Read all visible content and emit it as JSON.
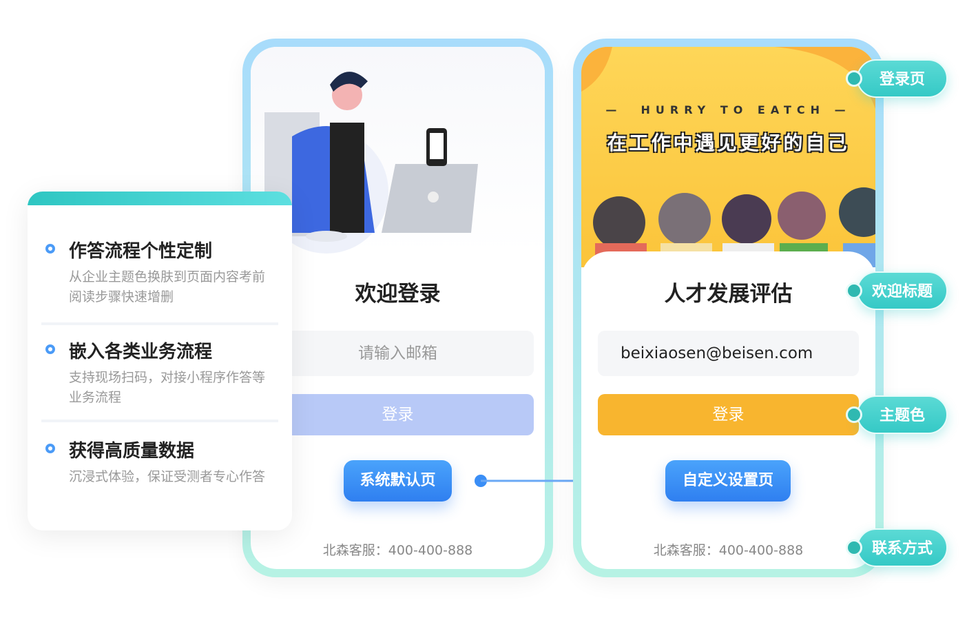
{
  "default_page": {
    "title": "欢迎登录",
    "email_placeholder": "请输入邮箱",
    "login_button": "登录",
    "tag": "系统默认页",
    "footer": "北森客服：400-400-888"
  },
  "custom_page": {
    "banner_subtitle": "HURRY TO EATCH",
    "banner_title": "在工作中遇见更好的自己",
    "title": "人才发展评估",
    "email_value": "beixiaosen@beisen.com",
    "login_button": "登录",
    "tag": "自定义设置页",
    "footer": "北森客服：400-400-888",
    "theme_color": "#f8b52f"
  },
  "labels": [
    "登录页",
    "欢迎标题",
    "主题色",
    "联系方式"
  ],
  "features": [
    {
      "title": "作答流程个性定制",
      "desc": "从企业主题色换肤到页面内容考前阅读步骤快速增删"
    },
    {
      "title": "嵌入各类业务流程",
      "desc": "支持现场扫码，对接小程序作答等业务流程"
    },
    {
      "title": "获得高质量数据",
      "desc": "沉浸式体验，保证受测者专心作答"
    }
  ]
}
